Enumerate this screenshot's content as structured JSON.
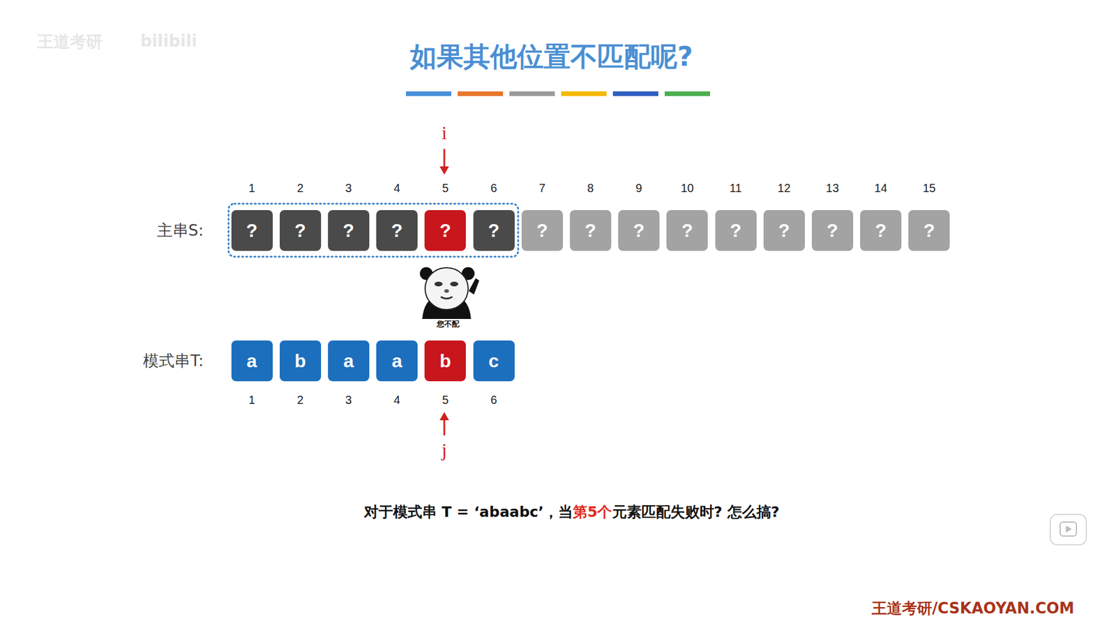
{
  "diagram": {
    "title": "如果其他位置不匹配呢?",
    "nodes": [
      {
        "text": [
          "?"
        ]
      },
      {
        "text": [
          "?"
        ]
      },
      {
        "text": [
          "?"
        ]
      },
      {
        "text": [
          "?"
        ]
      },
      {
        "text": [
          "?"
        ]
      },
      {
        "text": [
          "?"
        ]
      },
      {
        "text": [
          "?"
        ]
      },
      {
        "text": [
          "?"
        ]
      },
      {
        "text": [
          "?"
        ]
      },
      {
        "text": [
          "?"
        ]
      },
      {
        "text": [
          "?"
        ]
      },
      {
        "text": [
          "?"
        ]
      },
      {
        "text": [
          "?"
        ]
      },
      {
        "text": [
          "?"
        ]
      },
      {
        "text": [
          "?"
        ]
      },
      {
        "text": [
          "a"
        ]
      },
      {
        "text": [
          "b"
        ]
      },
      {
        "text": [
          "a"
        ]
      },
      {
        "text": [
          "a"
        ]
      },
      {
        "text": [
          "b"
        ]
      },
      {
        "text": [
          "c"
        ]
      }
    ],
    "labels": [
      "王道考研",
      "bilibili",
      "i",
      "1",
      "2",
      "3",
      "4",
      "5",
      "6",
      "7",
      "8",
      "9",
      "10",
      "11",
      "12",
      "13",
      "14",
      "15",
      "主串S:",
      "您不配",
      "模式串T:",
      "1",
      "2",
      "3",
      "4",
      "5",
      "6",
      "j",
      "对于模式串 T = ‘abaabc’，当",
      "第5个",
      "元素匹配失败时? 怎么搞?",
      "王道考研/CSKAOYAN.COM"
    ]
  }
}
